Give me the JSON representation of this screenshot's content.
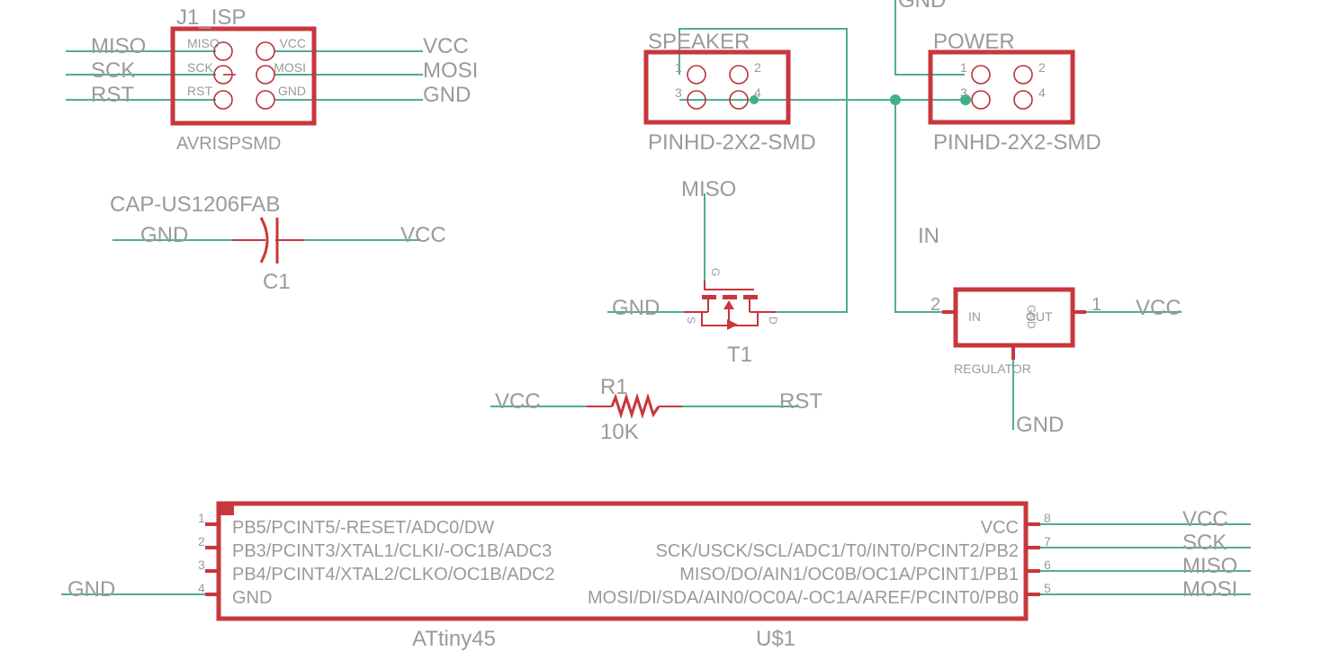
{
  "colors": {
    "wire": "#4fae8f",
    "part": "#c8373c",
    "text": "#9a9a9a",
    "background": "#ffffff"
  },
  "isp": {
    "name": "J1_ISP",
    "value": "AVRISPSMD",
    "pins_left": [
      "MISO",
      "SCK",
      "RST"
    ],
    "pins_right": [
      "VCC",
      "MOSI",
      "GND"
    ],
    "nets_left": [
      "MISO",
      "SCK",
      "RST"
    ],
    "nets_right": [
      "VCC",
      "MOSI",
      "GND"
    ]
  },
  "capacitor": {
    "name": "C1",
    "value": "CAP-US1206FAB",
    "net_left": "GND",
    "net_right": "VCC"
  },
  "speaker": {
    "name": "SPEAKER",
    "value": "PINHD-2X2-SMD",
    "pins": [
      "1",
      "2",
      "3",
      "4"
    ]
  },
  "power": {
    "name": "POWER",
    "value": "PINHD-2X2-SMD",
    "pins": [
      "1",
      "2",
      "3",
      "4"
    ],
    "net_top": "GND"
  },
  "mosfet": {
    "name": "T1",
    "gate_net": "MISO",
    "source_net": "GND",
    "pin_g": "G",
    "pin_s": "S",
    "pin_d": "D"
  },
  "regulator": {
    "name": "REGULATOR",
    "net_in": "IN",
    "pin_in_num": "2",
    "pin_in_label": "IN",
    "pin_out_num": "1",
    "pin_out_label": "OUT",
    "pin_gnd_label": "GND",
    "net_out": "VCC",
    "net_gnd": "GND"
  },
  "resistor": {
    "name": "R1",
    "value": "10K",
    "net_left": "VCC",
    "net_right": "RST"
  },
  "mcu": {
    "name": "U$1",
    "value": "ATtiny45",
    "left_pins": [
      {
        "num": "1",
        "label": "PB5/PCINT5/-RESET/ADC0/DW"
      },
      {
        "num": "2",
        "label": "PB3/PCINT3/XTAL1/CLKI/-OC1B/ADC3"
      },
      {
        "num": "3",
        "label": "PB4/PCINT4/XTAL2/CLKO/OC1B/ADC2"
      },
      {
        "num": "4",
        "label": "GND"
      }
    ],
    "right_pins": [
      {
        "num": "8",
        "label": "VCC"
      },
      {
        "num": "7",
        "label": "SCK/USCK/SCL/ADC1/T0/INT0/PCINT2/PB2"
      },
      {
        "num": "6",
        "label": "MISO/DO/AIN1/OC0B/OC1A/PCINT1/PB1"
      },
      {
        "num": "5",
        "label": "MOSI/DI/SDA/AIN0/OC0A/-OC1A/AREF/PCINT0/PB0"
      }
    ],
    "net_left_gnd": "GND",
    "nets_right": [
      "VCC",
      "SCK",
      "MISO",
      "MOSI"
    ]
  }
}
